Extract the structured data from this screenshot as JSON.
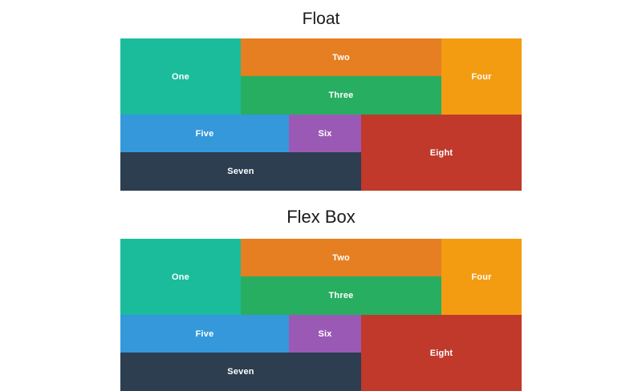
{
  "page": {
    "background": "#ffffff",
    "title_color": "#1a1a1a",
    "label_color": "#ffffff"
  },
  "sections": [
    {
      "title": "Float",
      "layout_type": "float",
      "boxes": [
        {
          "label": "One",
          "color": "#1abc9c"
        },
        {
          "label": "Two",
          "color": "#e67e22"
        },
        {
          "label": "Three",
          "color": "#27ae60"
        },
        {
          "label": "Four",
          "color": "#f39c12"
        },
        {
          "label": "Five",
          "color": "#3498db"
        },
        {
          "label": "Six",
          "color": "#9b59b6"
        },
        {
          "label": "Seven",
          "color": "#2c3e50"
        },
        {
          "label": "Eight",
          "color": "#c0392b"
        }
      ]
    },
    {
      "title": "Flex Box",
      "layout_type": "flexbox",
      "boxes": [
        {
          "label": "One",
          "color": "#1abc9c"
        },
        {
          "label": "Two",
          "color": "#e67e22"
        },
        {
          "label": "Three",
          "color": "#27ae60"
        },
        {
          "label": "Four",
          "color": "#f39c12"
        },
        {
          "label": "Five",
          "color": "#3498db"
        },
        {
          "label": "Six",
          "color": "#9b59b6"
        },
        {
          "label": "Seven",
          "color": "#2c3e50"
        },
        {
          "label": "Eight",
          "color": "#c0392b"
        }
      ]
    }
  ]
}
